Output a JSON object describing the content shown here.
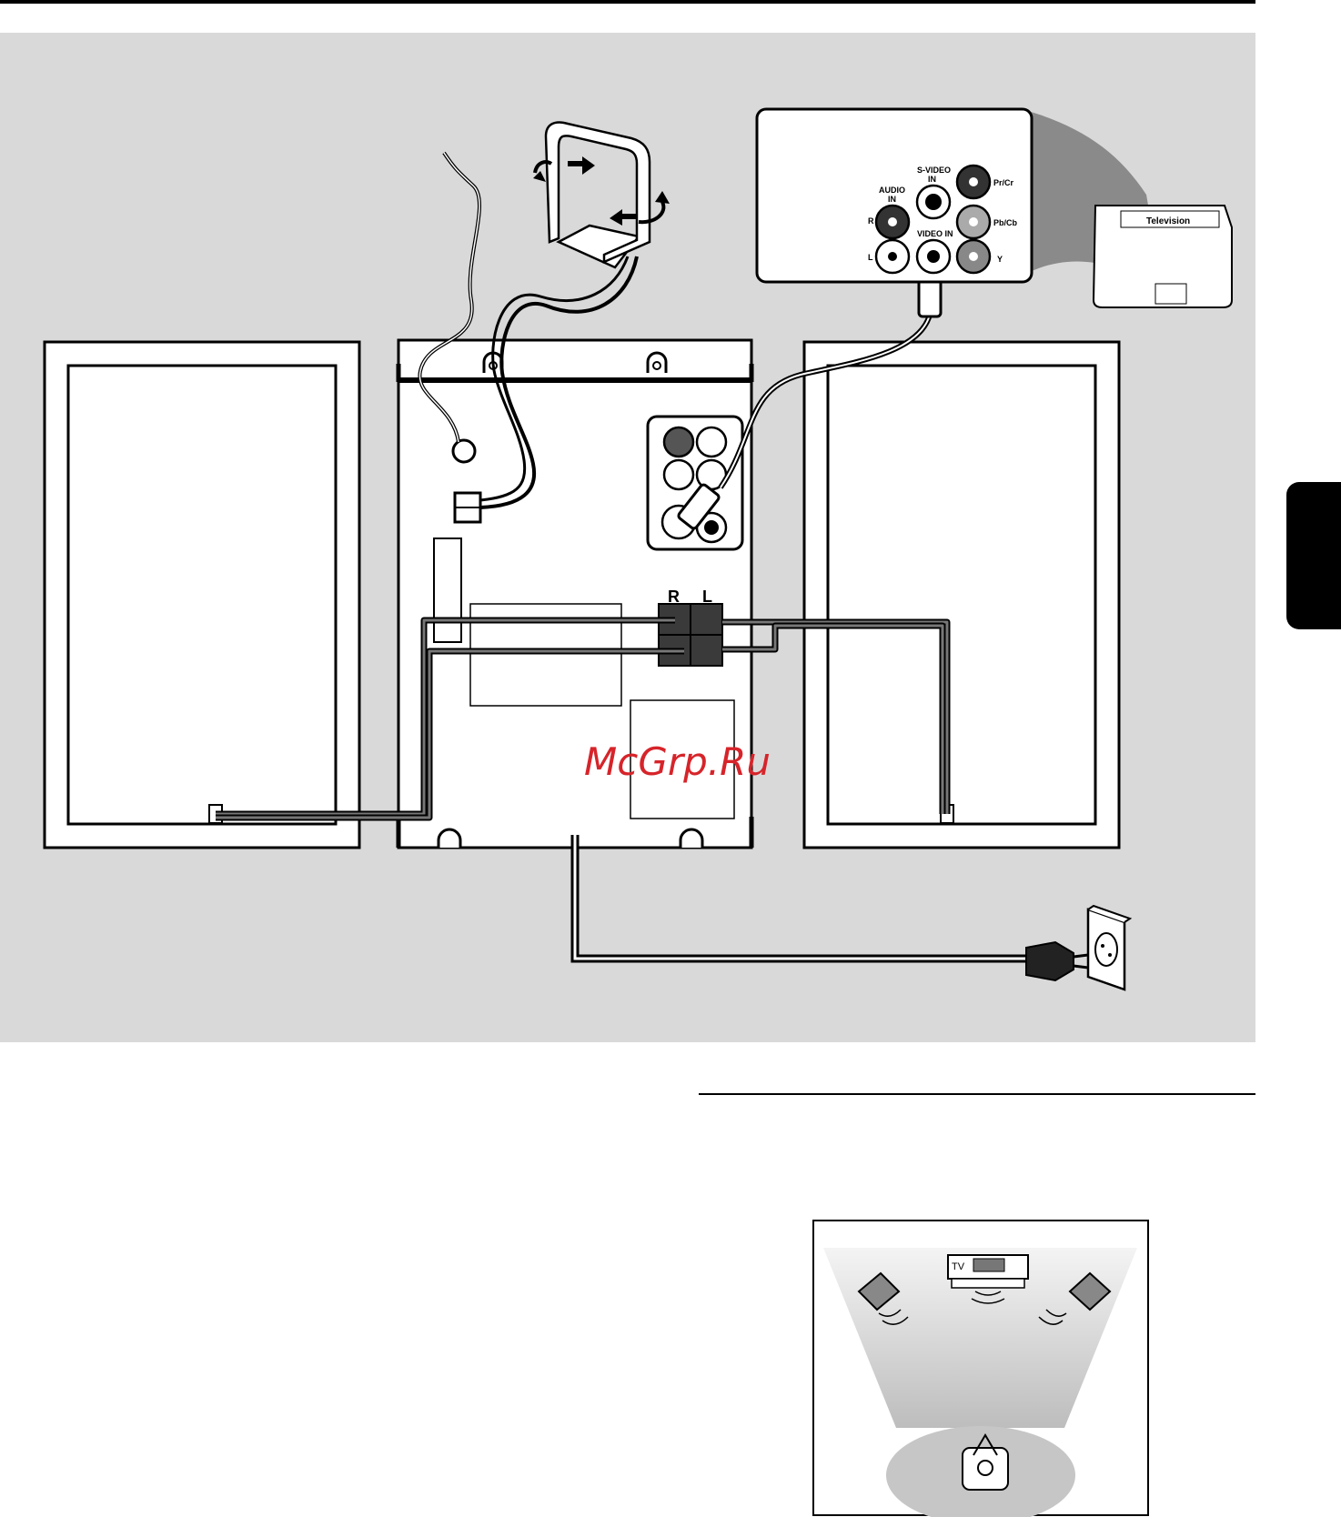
{
  "watermark": "McGrp.Ru",
  "tv_panel": {
    "audio_in": "AUDIO",
    "audio_in_2": "IN",
    "audio_r": "R",
    "audio_l": "L",
    "svideo": "S-VIDEO",
    "svideo_2": "IN",
    "video_in": "VIDEO IN",
    "pr_cr": "Pr/Cr",
    "pb_cb": "Pb/Cb",
    "y": "Y"
  },
  "television_label": "Television",
  "speaker_terminals": {
    "r": "R",
    "l": "L"
  },
  "room_diagram": {
    "tv": "TV"
  },
  "colors": {
    "panel": "#d9d9d9",
    "watermark": "#d6242a"
  }
}
